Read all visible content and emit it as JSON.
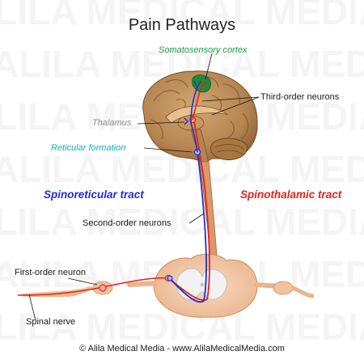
{
  "title": "Pain Pathways",
  "watermark": "ALILA MEDICAL MEDIA",
  "labels": {
    "somatosensory_cortex": "Somatosensory cortex",
    "third_order_neurons": "Third-order neurons",
    "thalamus": "Thalamus",
    "reticular_formation": "Reticular formation",
    "spinoreticular_tract": "Spinoreticular tract",
    "spinothalamic_tract": "Spinothalamic tract",
    "second_order_neurons": "Second-order neurons",
    "first_order_neuron": "First-order neuron",
    "spinal_nerve": "Spinal nerve"
  },
  "footer": "© Alila Medical Media - www.AlilaMedicalMedia.com",
  "colors": {
    "spinothalamic": "#e2231a",
    "spinoreticular": "#1f2fd6",
    "cortex_label": "#1a9a3a",
    "reticular_label": "#18a9c8",
    "thalamus_label": "#8a8a8a",
    "brain": "#b88a56",
    "spinal_cord": "#f3c9a6"
  }
}
